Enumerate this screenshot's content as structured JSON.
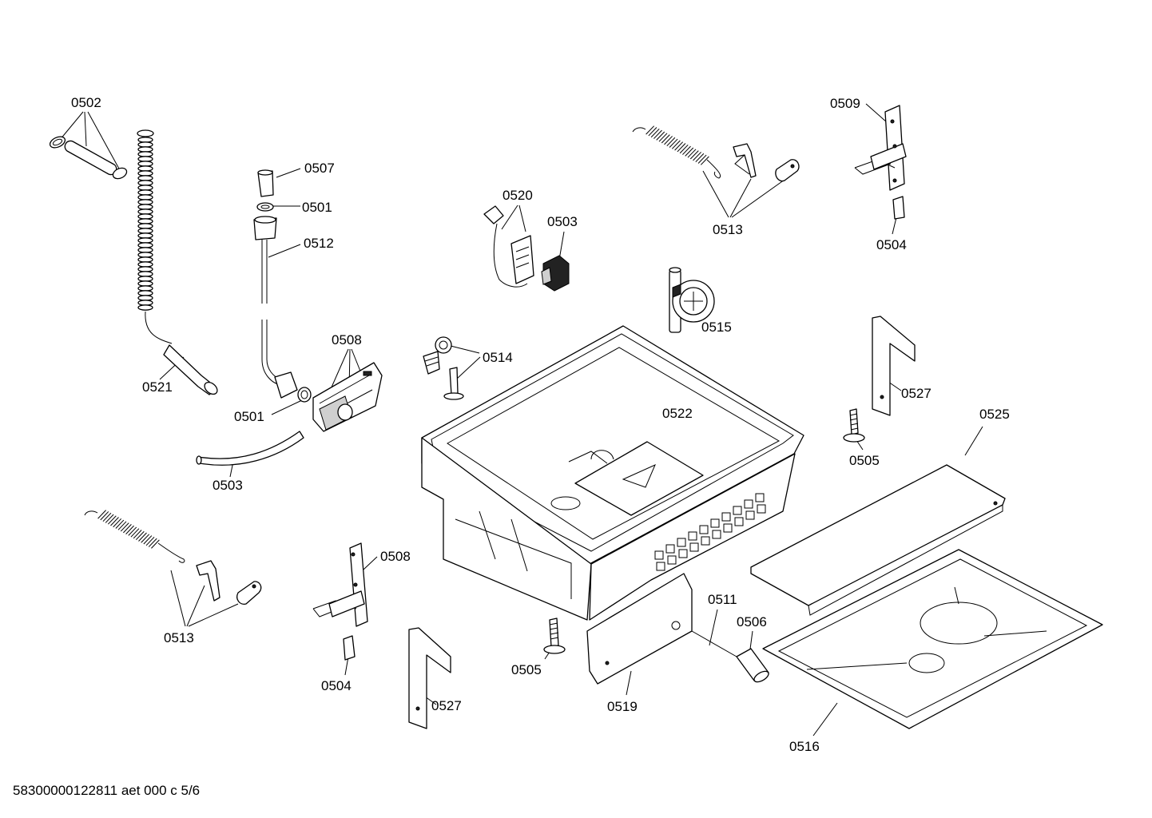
{
  "diagram": {
    "footer": "58300000122811 aet 000 c 5/6",
    "callouts": [
      {
        "id": "c0502",
        "label": "0502"
      },
      {
        "id": "c0507",
        "label": "0507"
      },
      {
        "id": "c0501a",
        "label": "0501"
      },
      {
        "id": "c0512",
        "label": "0512"
      },
      {
        "id": "c0508a",
        "label": "0508"
      },
      {
        "id": "c0521",
        "label": "0521"
      },
      {
        "id": "c0501b",
        "label": "0501"
      },
      {
        "id": "c0503a",
        "label": "0503"
      },
      {
        "id": "c0520",
        "label": "0520"
      },
      {
        "id": "c0503b",
        "label": "0503"
      },
      {
        "id": "c0514",
        "label": "0514"
      },
      {
        "id": "c0513a",
        "label": "0513"
      },
      {
        "id": "c0515",
        "label": "0515"
      },
      {
        "id": "c0509",
        "label": "0509"
      },
      {
        "id": "c0504a",
        "label": "0504"
      },
      {
        "id": "c0522",
        "label": "0522"
      },
      {
        "id": "c0527a",
        "label": "0527"
      },
      {
        "id": "c0525",
        "label": "0525"
      },
      {
        "id": "c0505a",
        "label": "0505"
      },
      {
        "id": "c0513b",
        "label": "0513"
      },
      {
        "id": "c0508b",
        "label": "0508"
      },
      {
        "id": "c0504b",
        "label": "0504"
      },
      {
        "id": "c0527b",
        "label": "0527"
      },
      {
        "id": "c0505b",
        "label": "0505"
      },
      {
        "id": "c0511",
        "label": "0511"
      },
      {
        "id": "c0506",
        "label": "0506"
      },
      {
        "id": "c0519",
        "label": "0519"
      },
      {
        "id": "c0516",
        "label": "0516"
      }
    ]
  }
}
